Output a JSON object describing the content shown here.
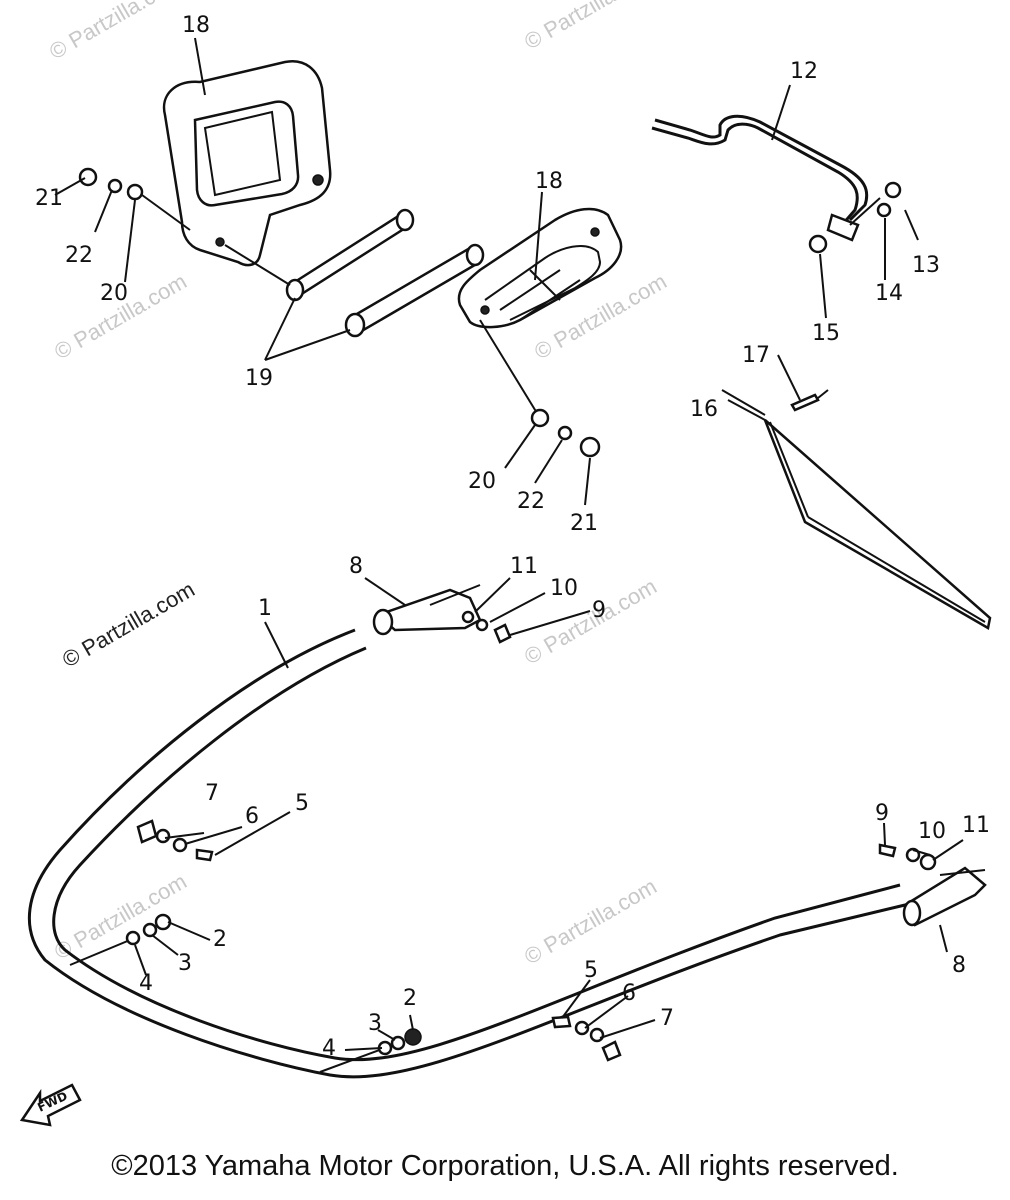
{
  "callouts": {
    "c18a": "18",
    "c18b": "18",
    "c12": "12",
    "c21a": "21",
    "c22a": "22",
    "c20a": "20",
    "c19": "19",
    "c13": "13",
    "c14": "14",
    "c15": "15",
    "c17": "17",
    "c16": "16",
    "c20b": "20",
    "c22b": "22",
    "c21b": "21",
    "c8a": "8",
    "c11a": "11",
    "c10a": "10",
    "c9a": "9",
    "c1": "1",
    "c7a": "7",
    "c6a": "6",
    "c5a": "5",
    "c9b": "9",
    "c10b": "10",
    "c11b": "11",
    "c2a": "2",
    "c3a": "3",
    "c4a": "4",
    "c8b": "8",
    "c5b": "5",
    "c6b": "6",
    "c7b": "7",
    "c2b": "2",
    "c3b": "3",
    "c4b": "4"
  },
  "fwd_label": "FWD",
  "watermark": "© Partzilla.com",
  "copyright": "©2013  Yamaha Motor Corporation, U.S.A. All rights reserved."
}
